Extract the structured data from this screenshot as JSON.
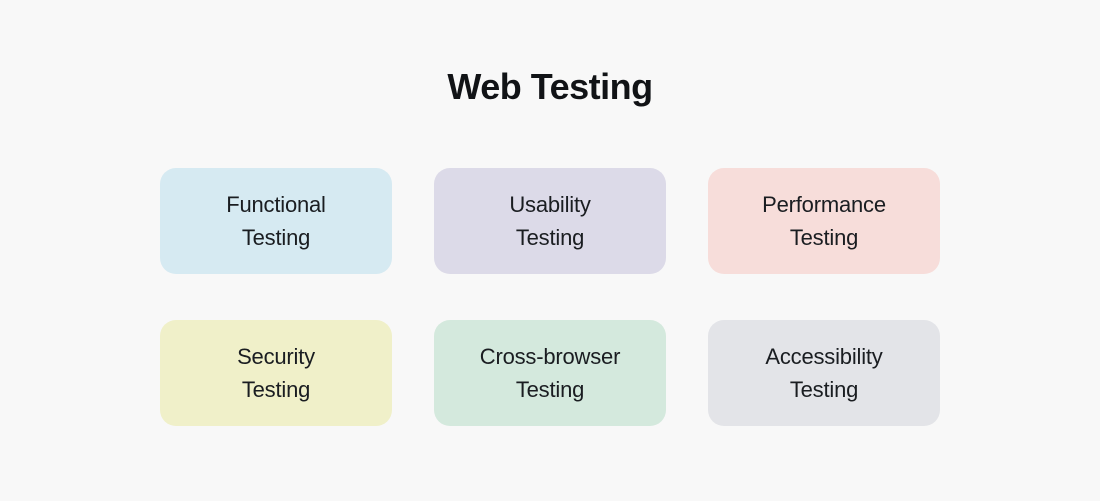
{
  "page": {
    "title": "Web Testing",
    "background_color": "#f8f8f8",
    "title_color": "#111316",
    "card_text_color": "#1a1d21"
  },
  "cards": [
    {
      "label": "Functional Testing",
      "lines": [
        "Functional",
        "Testing"
      ],
      "color": "#d6eaf2"
    },
    {
      "label": "Usability Testing",
      "lines": [
        "Usability",
        "Testing"
      ],
      "color": "#dcdae8"
    },
    {
      "label": "Performance Testing",
      "lines": [
        "Performance",
        "Testing"
      ],
      "color": "#f7ddda"
    },
    {
      "label": "Security Testing",
      "lines": [
        "Security",
        "Testing"
      ],
      "color": "#f0f0c9"
    },
    {
      "label": "Cross-browser Testing",
      "lines": [
        "Cross-browser",
        "Testing"
      ],
      "color": "#d4e9dd"
    },
    {
      "label": "Accessibility Testing",
      "lines": [
        "Accessibility",
        "Testing"
      ],
      "color": "#e3e4e8"
    }
  ]
}
